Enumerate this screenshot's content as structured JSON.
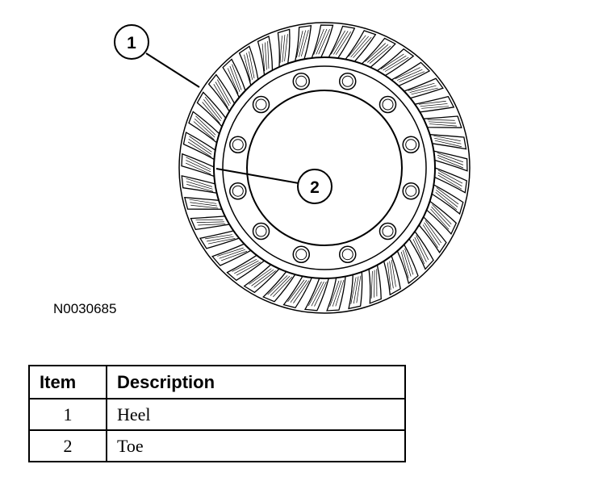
{
  "figure_id": "N0030685",
  "callouts": [
    {
      "number": "1",
      "target": "heel"
    },
    {
      "number": "2",
      "target": "toe"
    }
  ],
  "table": {
    "headers": {
      "item": "Item",
      "description": "Description"
    },
    "rows": [
      {
        "item": "1",
        "description": "Heel"
      },
      {
        "item": "2",
        "description": "Toe"
      }
    ]
  },
  "gear": {
    "tooth_count": 41,
    "bolt_hole_count": 12
  }
}
